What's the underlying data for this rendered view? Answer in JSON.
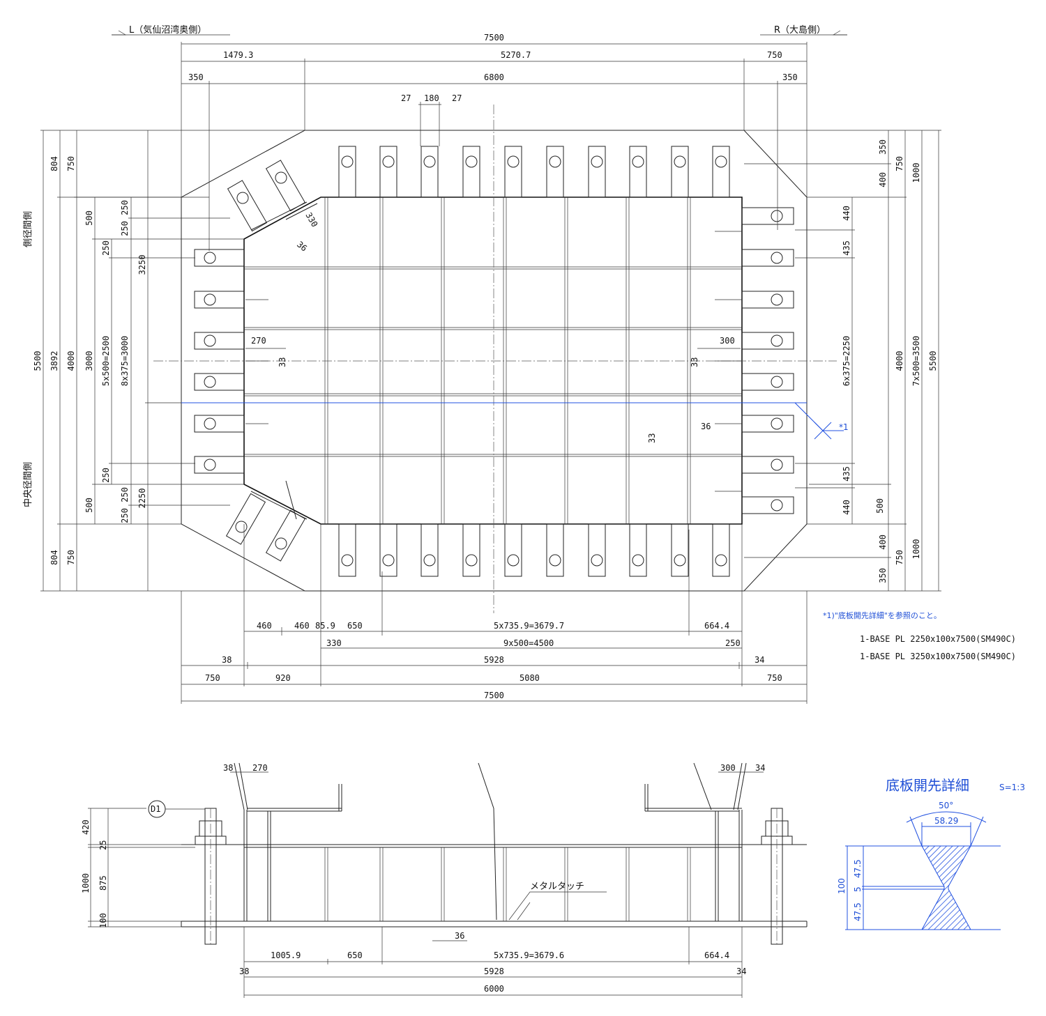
{
  "colors": {
    "line": "#222222",
    "accent_blue": "#1f4fd6",
    "background": "#ffffff"
  },
  "plan": {
    "side_left_label": "L（気仙沼湾奥側）",
    "side_right_label": "R（大島側）",
    "left_top_label": "側径間側",
    "left_bottom_label": "中央径間側",
    "top_dims": {
      "total": "7500",
      "seg_a": "1479.3",
      "seg_b": "5270.7",
      "seg_c": "750",
      "inner": "6800",
      "edge_l": "350",
      "edge_r": "350",
      "slot_a": "27",
      "slot_b": "180",
      "slot_c": "27"
    },
    "left_dims": {
      "total": "5500",
      "d3892": "3892",
      "d4000": "4000",
      "d3000": "3000",
      "pitch5": "5x500=2500",
      "pitch8": "8x375=3000",
      "d3250": "3250",
      "d2250": "2250",
      "d804t": "804",
      "d750t": "750",
      "d500t": "500",
      "d250a": "250",
      "d250b": "250",
      "d250c": "250",
      "d804b": "804",
      "d750b": "750",
      "d500b": "500",
      "d250d": "250",
      "d250e": "250",
      "d250f": "250"
    },
    "right_dims": {
      "d350t": "350",
      "d400t": "400",
      "d750t": "750",
      "d1000t": "1000",
      "d440t": "440",
      "d435t": "435",
      "pitch6": "6x375=2250",
      "d435b": "435",
      "d440b": "440",
      "d500b": "500",
      "d4000": "4000",
      "pitch7": "7x500=3500",
      "total": "5500",
      "d400b": "400",
      "d350b": "350",
      "d750b": "750",
      "d1000b": "1000"
    },
    "inner_labels": {
      "d330": "330",
      "d36a": "36",
      "d270": "270",
      "d33a": "33",
      "d300": "300",
      "d33b": "33",
      "d36b": "36",
      "d33c": "33"
    },
    "bottom_dims": {
      "b460a": "460",
      "b460b": "460",
      "b85": "85.9",
      "b650": "650",
      "bpitch": "5x735.9=3679.7",
      "b664": "664.4",
      "b330": "330",
      "b9pitch": "9x500=4500",
      "b250": "250",
      "b38": "38",
      "b5928": "5928",
      "b34": "34",
      "b750a": "750",
      "b920": "920",
      "b5080": "5080",
      "b750b": "750",
      "total": "7500"
    },
    "note_ref": "*1",
    "note": "*1)\"底板開先詳細\"を参照のこと。",
    "material_1": "1-BASE PL 2250x100x7500(SM490C)",
    "material_2": "1-BASE PL 3250x100x7500(SM490C)"
  },
  "elevation": {
    "d38": "38",
    "d270": "270",
    "d300": "300",
    "d34": "34",
    "mark": "D1",
    "v420": "420",
    "v25": "25",
    "v1000": "1000",
    "v875": "875",
    "v100": "100",
    "metal_touch": "メタルタッチ",
    "d36": "36",
    "b1005": "1005.9",
    "b650": "650",
    "bpitch": "5x735.9=3679.6",
    "b664": "664.4",
    "b38": "38",
    "b5928": "5928",
    "b34": "34",
    "b6000": "6000"
  },
  "detail": {
    "title": "底板開先詳細",
    "scale": "S=1:3",
    "angle": "50°",
    "top_width": "58.29",
    "h100": "100",
    "h47a": "47.5",
    "h5": "5",
    "h47b": "47.5"
  }
}
